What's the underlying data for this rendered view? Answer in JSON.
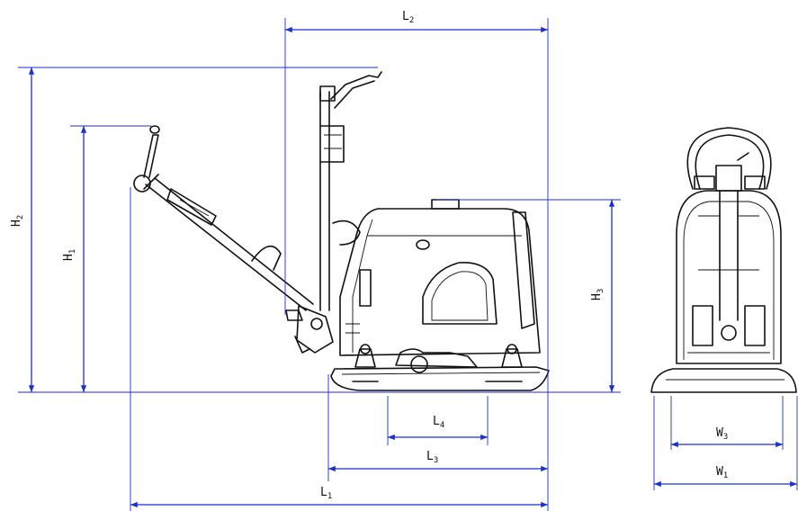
{
  "dimensions": {
    "L1": {
      "letter": "L",
      "sub": "1"
    },
    "L2": {
      "letter": "L",
      "sub": "2"
    },
    "L3": {
      "letter": "L",
      "sub": "3"
    },
    "L4": {
      "letter": "L",
      "sub": "4"
    },
    "H1": {
      "letter": "H",
      "sub": "1"
    },
    "H2": {
      "letter": "H",
      "sub": "2"
    },
    "H3": {
      "letter": "H",
      "sub": "3"
    },
    "W1": {
      "letter": "W",
      "sub": "1"
    },
    "W3": {
      "letter": "W",
      "sub": "3"
    }
  },
  "colors": {
    "dimension_line": "#1a2fd6",
    "outline": "#111111"
  }
}
